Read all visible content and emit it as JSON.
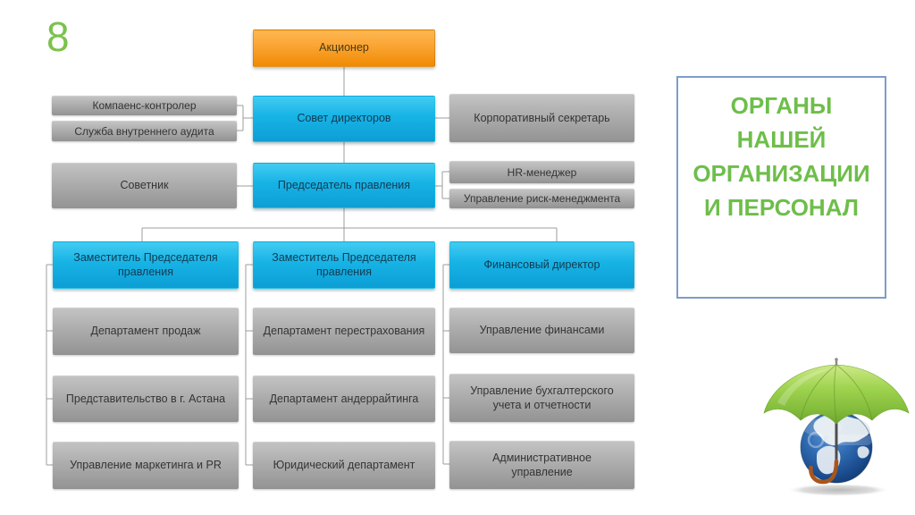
{
  "slide": {
    "page_number": "8",
    "title_lines": [
      "ОРГАНЫ",
      "НАШЕЙ",
      "ОРГАНИЗАЦИИ",
      "И ПЕРСОНАЛ"
    ]
  },
  "org": {
    "shareholder": "Акционер",
    "board": "Совет директоров",
    "board_left": [
      "Компаенс-контролер",
      "Служба внутреннего аудита"
    ],
    "board_right": [
      "Корпоративный секретарь"
    ],
    "chairman": "Председатель правления",
    "chairman_left": [
      "Советник"
    ],
    "chairman_right": [
      "HR-менеджер",
      "Управление риск-менеджмента"
    ],
    "columns": [
      {
        "head": "Заместитель Председателя правления",
        "children": [
          "Департамент продаж",
          "Представительство в г. Астана",
          "Управление маркетинга и PR"
        ]
      },
      {
        "head": "Заместитель Председателя правления",
        "children": [
          "Департамент перестрахования",
          "Департамент андеррайтинга",
          "Юридический департамент"
        ]
      },
      {
        "head": "Финансовый директор",
        "children": [
          "Управление финансами",
          "Управление бухгалтерского учета и отчетности",
          "Административное управление"
        ]
      }
    ]
  },
  "colors": {
    "accent_orange": "#F79420",
    "accent_blue": "#17B0E2",
    "accent_gray": "#A6A6A6",
    "accent_green": "#6EBE4A",
    "title_border": "#7E9CC9",
    "connector": "#9C9C9C"
  },
  "logo": {
    "name": "umbrella-globe"
  }
}
